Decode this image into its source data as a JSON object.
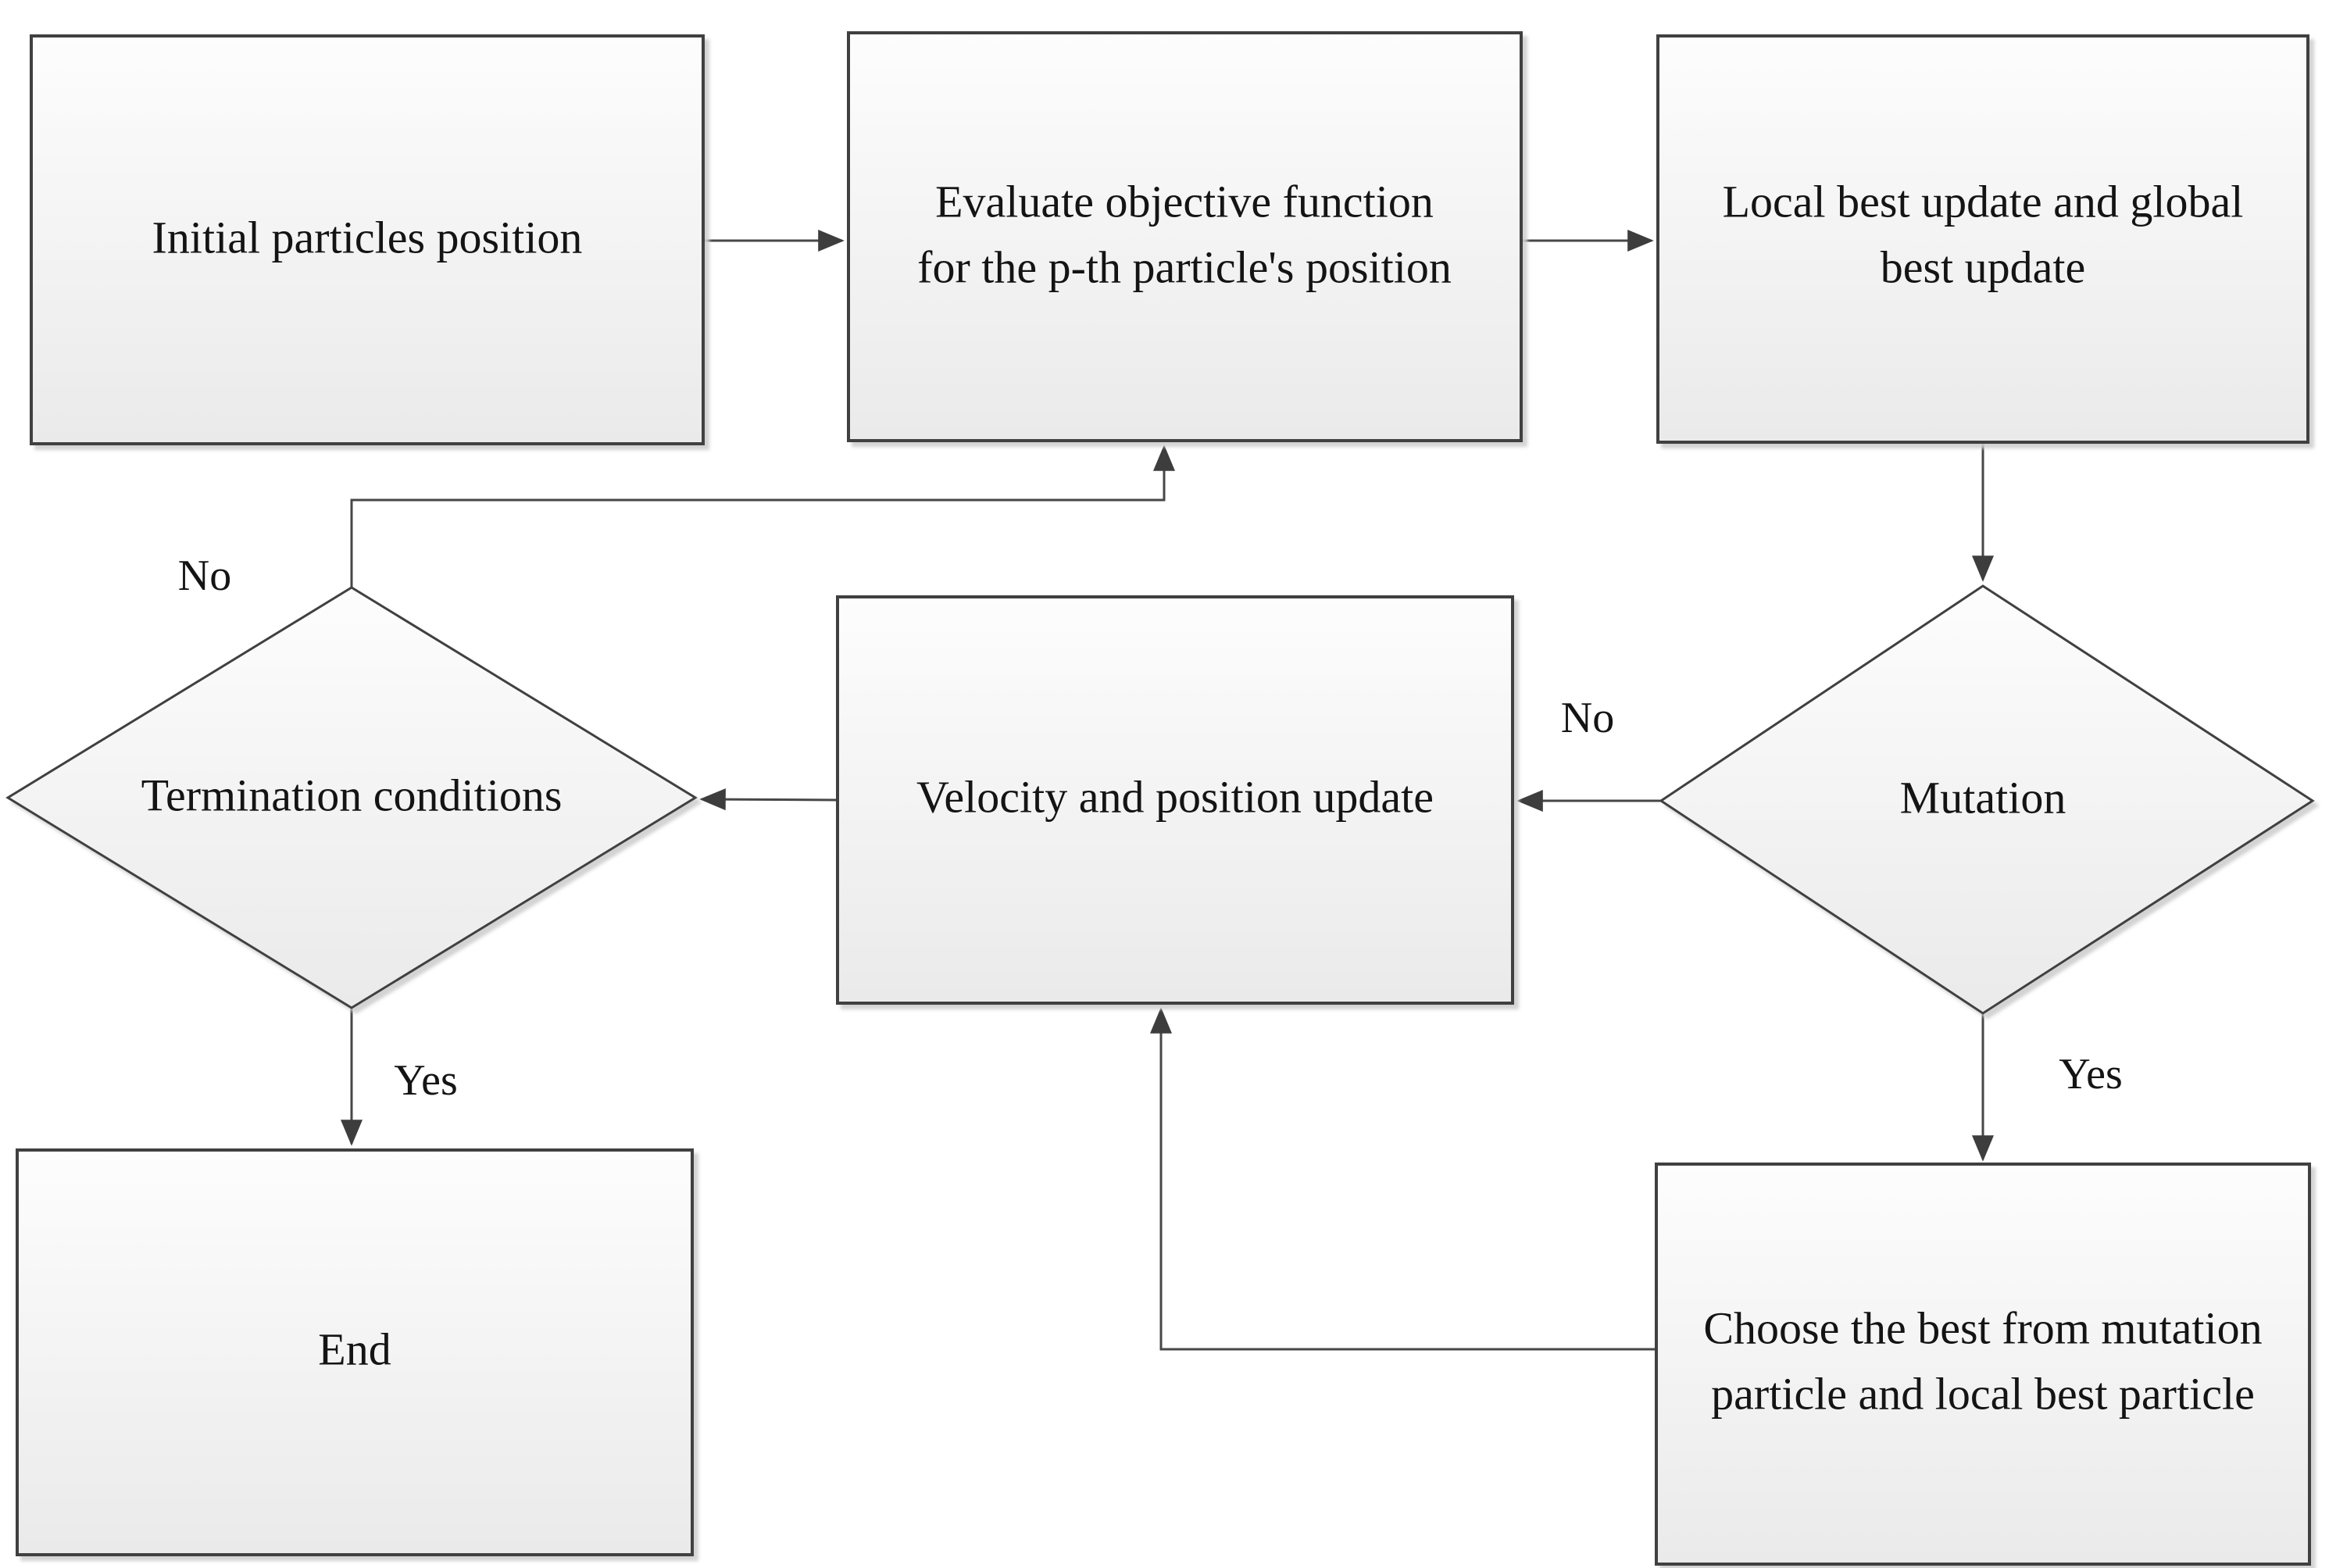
{
  "diagram": {
    "type": "flowchart",
    "nodes": {
      "initial": {
        "shape": "rect",
        "label": "Initial particles position"
      },
      "evaluate": {
        "shape": "rect",
        "line1": "Evaluate objective function",
        "line2": "for the p-th particle's position"
      },
      "local_best": {
        "shape": "rect",
        "line1": "Local best update and global",
        "line2": "best update"
      },
      "termination": {
        "shape": "diamond",
        "label": "Termination conditions"
      },
      "velocity": {
        "shape": "rect",
        "label": "Velocity and position update"
      },
      "mutation": {
        "shape": "diamond",
        "label": "Mutation"
      },
      "end": {
        "shape": "rect",
        "label": "End"
      },
      "choose": {
        "shape": "rect",
        "line1": "Choose the best from mutation",
        "line2": "particle and local best particle"
      }
    },
    "edge_labels": {
      "termination_no": "No",
      "termination_yes": "Yes",
      "mutation_no": "No",
      "mutation_yes": "Yes"
    }
  },
  "colors": {
    "background": "#ffffff",
    "shape_fill_top": "#fdfdfd",
    "shape_fill_bottom": "#eaeaea",
    "shape_border": "#3f3f3f",
    "connector": "#474747",
    "arrowhead": "#3d3d3d",
    "text": "#141414",
    "shadow": "#cfcfcf"
  }
}
